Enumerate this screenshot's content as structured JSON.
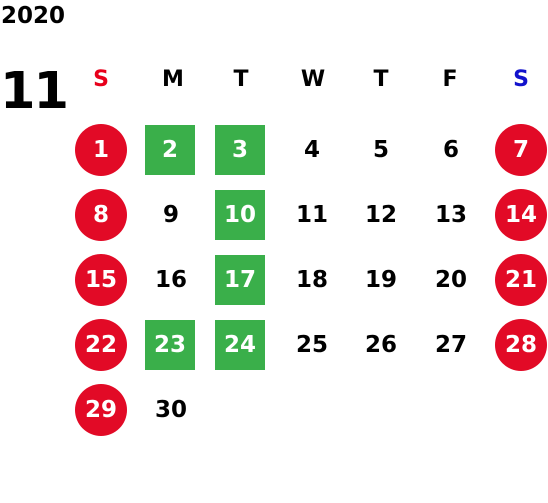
{
  "calendar": {
    "year": "2020",
    "month": "11",
    "weekdays": [
      "S",
      "M",
      "T",
      "W",
      "T",
      "F",
      "S"
    ],
    "weekday_colors": [
      "#e8001b",
      "#000000",
      "#000000",
      "#000000",
      "#000000",
      "#000000",
      "#1212cc"
    ],
    "days": [
      "",
      "",
      "",
      "",
      "",
      "",
      "",
      "1",
      "2",
      "3",
      "4",
      "5",
      "6",
      "7",
      "8",
      "9",
      "10",
      "11",
      "12",
      "13",
      "14",
      "15",
      "16",
      "17",
      "18",
      "19",
      "20",
      "21",
      "22",
      "23",
      "24",
      "25",
      "26",
      "27",
      "28",
      "29",
      "30"
    ],
    "holiday_color": "#e20a26",
    "highlight_color": "#3aaf4a",
    "holidays": [
      1,
      7,
      8,
      14,
      15,
      21,
      22,
      28,
      29
    ],
    "highlighted": [
      2,
      3,
      10,
      17,
      23,
      24
    ]
  }
}
